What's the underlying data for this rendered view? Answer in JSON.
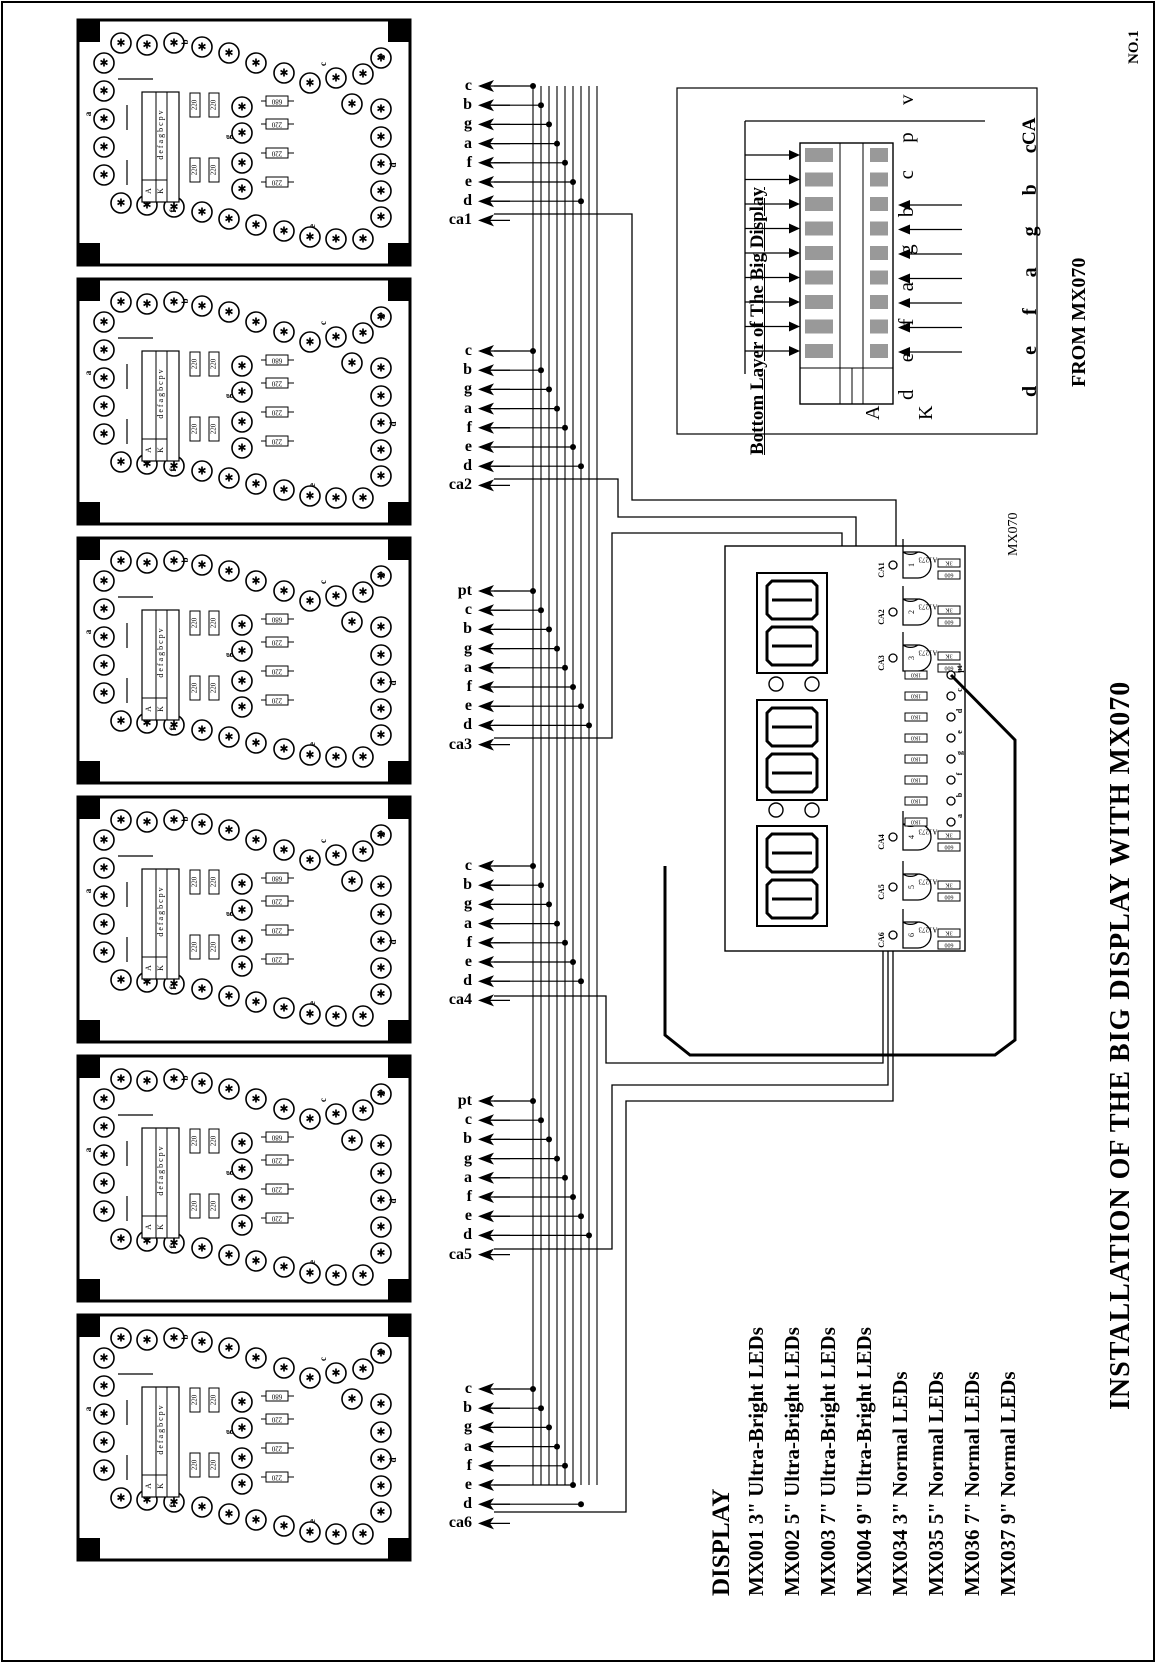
{
  "page_number": "NO.1",
  "main_title": "INSTALLATION OF THE BIG DISPLAY WITH MX070",
  "bottom_layer": {
    "title": "Bottom Layer of The Big Display",
    "ca_label": "CA",
    "from_label": "FROM MX070",
    "a_label": "A",
    "k_label": "K",
    "segments_row1": "d e f a g b c p v",
    "inputs": "d e f a g b c"
  },
  "controller": {
    "name": "MX070",
    "ca_labels": [
      "CA1",
      "CA2",
      "CA3",
      "CA4",
      "CA5",
      "CA6"
    ],
    "gate_labels": [
      "1",
      "2",
      "3",
      "4",
      "5",
      "6"
    ],
    "chip_label": "A1273",
    "resistor_3k": "3K",
    "resistor_600": "600",
    "resistor_1k": "1K0",
    "pin_labels": [
      "pt",
      "c",
      "d",
      "e",
      "g",
      "f",
      "b",
      "a"
    ]
  },
  "board": {
    "seg_a": "a",
    "seg_b": "b",
    "seg_c": "c",
    "seg_d": "d",
    "seg_e": "e",
    "seg_f": "f",
    "seg_g": "g",
    "seg_p": "p",
    "header_top": "d e f a g b c p v",
    "header_a": "A",
    "header_k": "K",
    "res_220": "220",
    "res_680": "680"
  },
  "connector_groups": [
    {
      "labels": [
        "c",
        "b",
        "g",
        "a",
        "f",
        "e",
        "d",
        "ca1"
      ]
    },
    {
      "labels": [
        "c",
        "b",
        "g",
        "a",
        "f",
        "e",
        "d",
        "ca2"
      ]
    },
    {
      "labels": [
        "pt",
        "c",
        "b",
        "g",
        "a",
        "f",
        "e",
        "d",
        "ca3"
      ]
    },
    {
      "labels": [
        "c",
        "b",
        "g",
        "a",
        "f",
        "e",
        "d",
        "ca4"
      ]
    },
    {
      "labels": [
        "pt",
        "c",
        "b",
        "g",
        "a",
        "f",
        "e",
        "d",
        "ca5"
      ]
    },
    {
      "labels": [
        "c",
        "b",
        "g",
        "a",
        "f",
        "e",
        "d",
        "ca6"
      ]
    }
  ],
  "display_list": {
    "heading": "DISPLAY",
    "items": [
      "MX001 3\" Ultra-Bright LEDs",
      "MX002 5\" Ultra-Bright LEDs",
      "MX003 7\" Ultra-Bright LEDs",
      "MX004 9\" Ultra-Bright LEDs",
      "MX034 3\" Normal LEDs",
      "MX035 5\" Normal LEDs",
      "MX036 7\" Normal LEDs",
      "MX037 9\" Normal LEDs"
    ]
  }
}
